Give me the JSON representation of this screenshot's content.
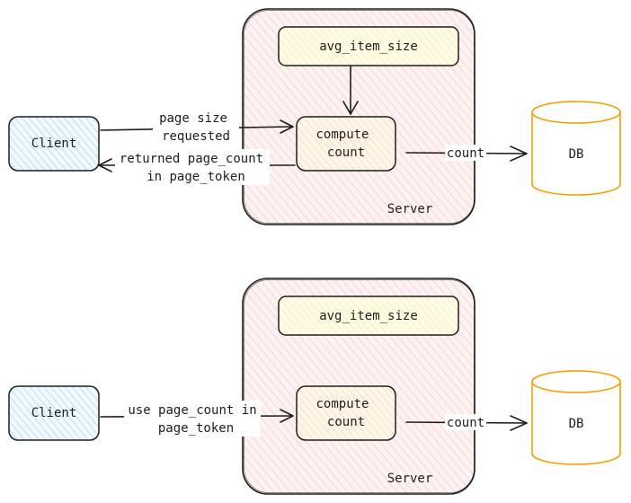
{
  "diagram": {
    "top": {
      "server": {
        "label": "Server"
      },
      "avg_item_size": {
        "label": "avg_item_size"
      },
      "compute": {
        "line1": "compute",
        "line2": "count"
      },
      "client": {
        "label": "Client"
      },
      "db": {
        "label": "DB"
      },
      "edge_request": {
        "line1": "page size",
        "line2": "requested"
      },
      "edge_return": {
        "line1": "returned page_count",
        "line2": "in page_token"
      },
      "edge_count": {
        "label": "count"
      }
    },
    "bottom": {
      "server": {
        "label": "Server"
      },
      "avg_item_size": {
        "label": "avg_item_size"
      },
      "compute": {
        "line1": "compute",
        "line2": "count"
      },
      "client": {
        "label": "Client"
      },
      "db": {
        "label": "DB"
      },
      "edge_request": {
        "line1": "use page_count in",
        "line2": "page_token"
      },
      "edge_count": {
        "label": "count"
      }
    }
  },
  "colors": {
    "client_fill": "#a5d8ff",
    "server_fill": "#ffc9c9",
    "box_fill": "#ffec99",
    "compute_fill": "#ffd8a8",
    "db_stroke": "#f59f00",
    "stroke": "#1e1e1e"
  }
}
